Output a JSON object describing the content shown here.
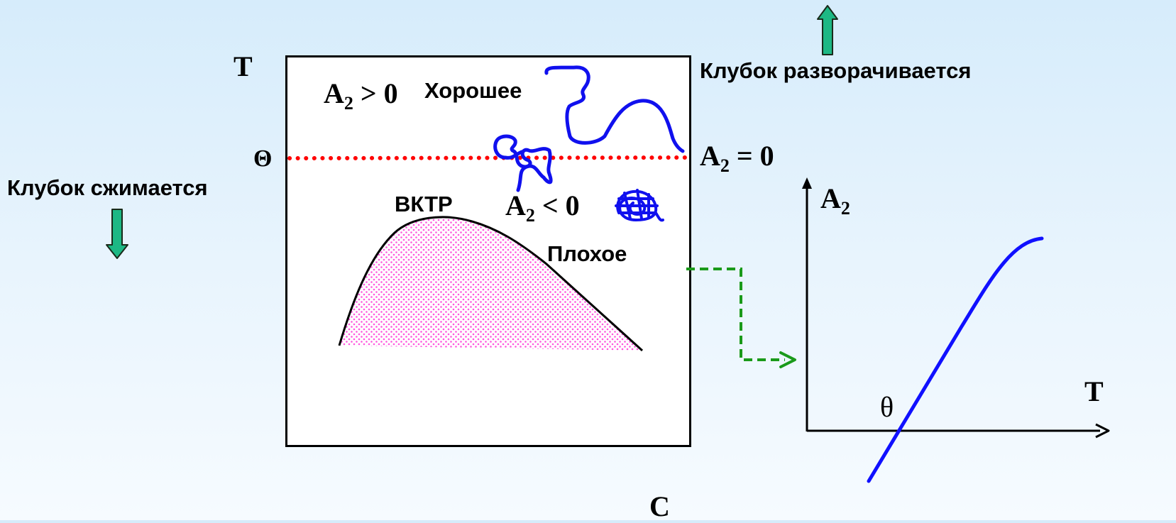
{
  "diagram": {
    "axis_t_label": "T",
    "axis_c_label": "C",
    "theta_label": "Θ",
    "region_good": {
      "a2": "A",
      "a2_sub": "2",
      "a2_rel": " > 0",
      "name": "Хорошее"
    },
    "region_bad": {
      "a2": "A",
      "a2_sub": "2",
      "a2_rel": " < 0",
      "name": "Плохое"
    },
    "theta_line_label": {
      "a2": "A",
      "a2_sub": "2",
      "a2_rel": " = 0"
    },
    "critical_label": "ВКТР",
    "coil_expands": "Клубок разворачивается",
    "coil_shrinks": "Клубок сжимается",
    "colors": {
      "theta_line": "#ff0000",
      "coil": "#0000ff",
      "two_phase_fill": "#ff66dd",
      "arrow_fill": "#1db884",
      "link_arrow": "#1a9a1a",
      "a2_curve": "#1010ff"
    }
  },
  "inset_graph": {
    "y_label": "A",
    "y_label_sub": "2",
    "x_label": "T",
    "theta_label": "θ"
  }
}
